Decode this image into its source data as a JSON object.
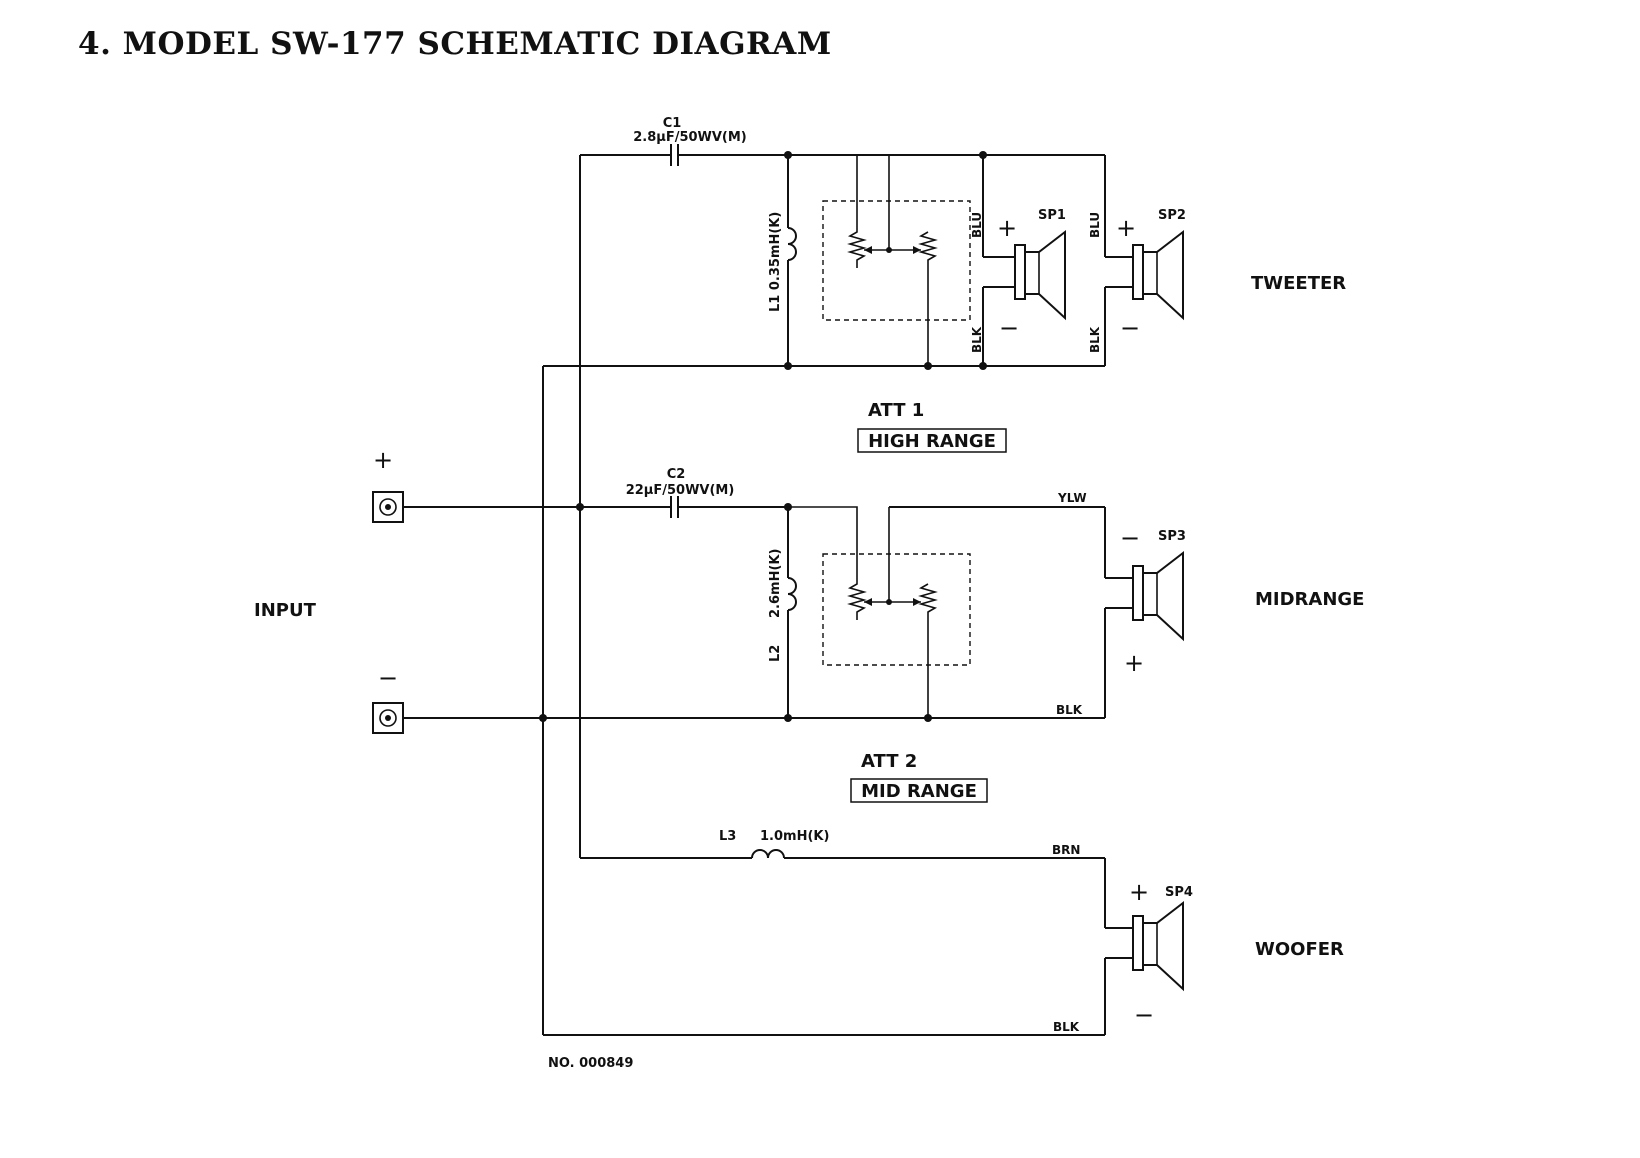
{
  "title": "4. MODEL SW-177 SCHEMATIC DIAGRAM",
  "input": {
    "label": "INPUT",
    "plus": "+",
    "minus": "−"
  },
  "components": {
    "c1": {
      "name": "C1",
      "value": "2.8μF/50WV(M)"
    },
    "c2": {
      "name": "C2",
      "value": "22μF/50WV(M)"
    },
    "l1": {
      "label": "L1 0.35mH(K)"
    },
    "l2": {
      "name": "L2",
      "value": "2.6mH(K)"
    },
    "l3": {
      "name": "L3",
      "value": "1.0mH(K)"
    }
  },
  "speakers": {
    "sp1": {
      "name": "SP1",
      "plus": "+",
      "minus": "−",
      "plus_wire": "BLU",
      "minus_wire": "BLK"
    },
    "sp2": {
      "name": "SP2",
      "plus": "+",
      "minus": "−",
      "plus_wire": "BLU",
      "minus_wire": "BLK"
    },
    "sp3": {
      "name": "SP3",
      "minus": "−",
      "plus": "+",
      "top_wire": "YLW",
      "bottom_wire": "BLK"
    },
    "sp4": {
      "name": "SP4",
      "plus": "+",
      "minus": "−",
      "top_wire": "BRN",
      "bottom_wire": "BLK"
    }
  },
  "sections": {
    "tweeter": "TWEETER",
    "midrange": "MIDRANGE",
    "woofer": "WOOFER"
  },
  "attenuators": {
    "att1": {
      "name": "ATT 1",
      "range": "HIGH RANGE"
    },
    "att2": {
      "name": "ATT 2",
      "range": "MID RANGE"
    }
  },
  "drawing_number": "NO. 000849"
}
